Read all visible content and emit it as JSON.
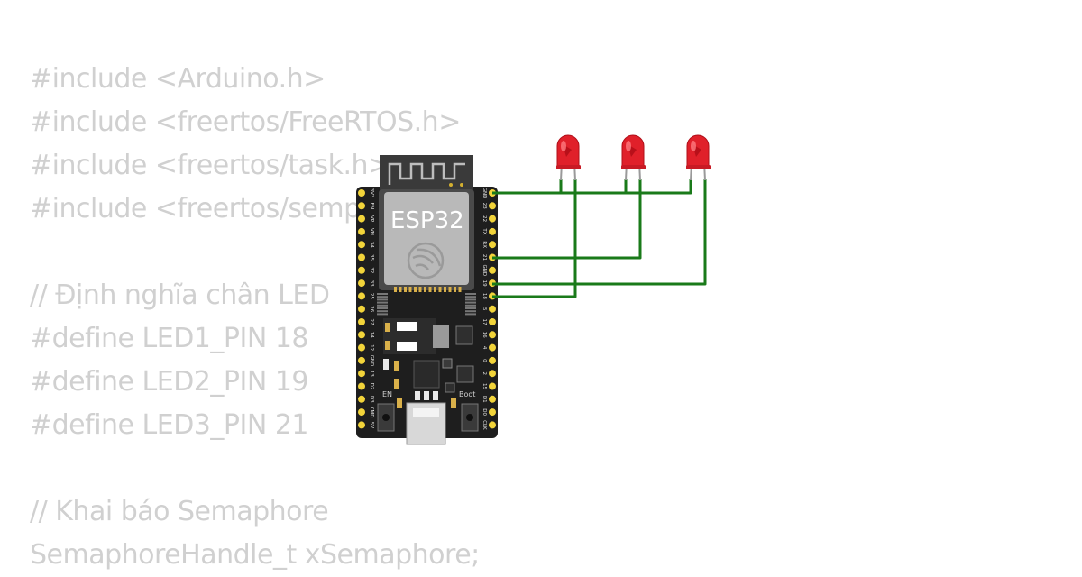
{
  "code_lines": [
    "#include <Arduino.h>",
    "#include <freertos/FreeRTOS.h>",
    "#include <freertos/task.h>",
    "#include <freertos/semphr.h>",
    "",
    "// Định nghĩa chân LED",
    "#define LED1_PIN 18",
    "#define LED2_PIN 19",
    "#define LED3_PIN 21",
    "",
    "// Khai báo Semaphore",
    "SemaphoreHandle_t xSemaphore;"
  ],
  "board": {
    "name": "ESP32",
    "button_en": "EN",
    "button_boot": "Boot",
    "left_pins": [
      "3V3",
      "EN",
      "VP",
      "VN",
      "34",
      "35",
      "32",
      "33",
      "25",
      "26",
      "27",
      "14",
      "12",
      "GND",
      "13",
      "D2",
      "D3",
      "CMD",
      "5V"
    ],
    "right_pins": [
      "GND",
      "23",
      "22",
      "TX",
      "RX",
      "21",
      "GND",
      "19",
      "18",
      "5",
      "17",
      "16",
      "4",
      "0",
      "2",
      "15",
      "D1",
      "D0",
      "CLK"
    ]
  },
  "colors": {
    "wire": "#1a7a1a",
    "led": "#e0202a",
    "board": "#1e1e1e",
    "pin": "#f2d43a",
    "code_text": "#d0d0d0"
  },
  "connections": [
    {
      "led": "LED1",
      "pin": "18"
    },
    {
      "led": "LED2",
      "pin": "21"
    },
    {
      "led": "LED3",
      "pin": "19"
    }
  ]
}
